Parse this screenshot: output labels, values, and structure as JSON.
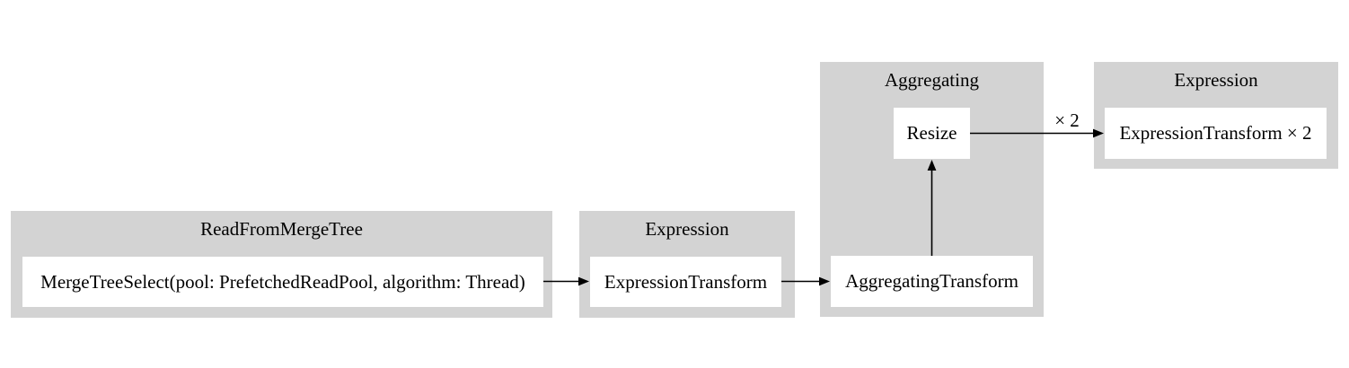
{
  "diagram": {
    "kind": "query-pipeline-graph",
    "colors": {
      "background": "#ffffff",
      "cluster_fill": "#d3d3d3",
      "node_fill": "#ffffff",
      "edge_color": "#000000",
      "text_color": "#000000"
    },
    "clusters": [
      {
        "label": "ReadFromMergeTree",
        "nodes": [
          {
            "label": "MergeTreeSelect(pool: PrefetchedReadPool, algorithm: Thread)"
          }
        ]
      },
      {
        "label": "Expression",
        "nodes": [
          {
            "label": "ExpressionTransform"
          }
        ]
      },
      {
        "label": "Aggregating",
        "nodes": [
          {
            "label": "Resize"
          },
          {
            "label": "AggregatingTransform"
          }
        ]
      },
      {
        "label": "Expression",
        "nodes": [
          {
            "label": "ExpressionTransform × 2"
          }
        ]
      }
    ],
    "edges": [
      {
        "from": "MergeTreeSelect(pool: PrefetchedReadPool, algorithm: Thread)",
        "to": "ExpressionTransform",
        "label": ""
      },
      {
        "from": "ExpressionTransform",
        "to": "AggregatingTransform",
        "label": ""
      },
      {
        "from": "AggregatingTransform",
        "to": "Resize",
        "label": ""
      },
      {
        "from": "Resize",
        "to": "ExpressionTransform × 2",
        "label": "× 2"
      }
    ]
  }
}
